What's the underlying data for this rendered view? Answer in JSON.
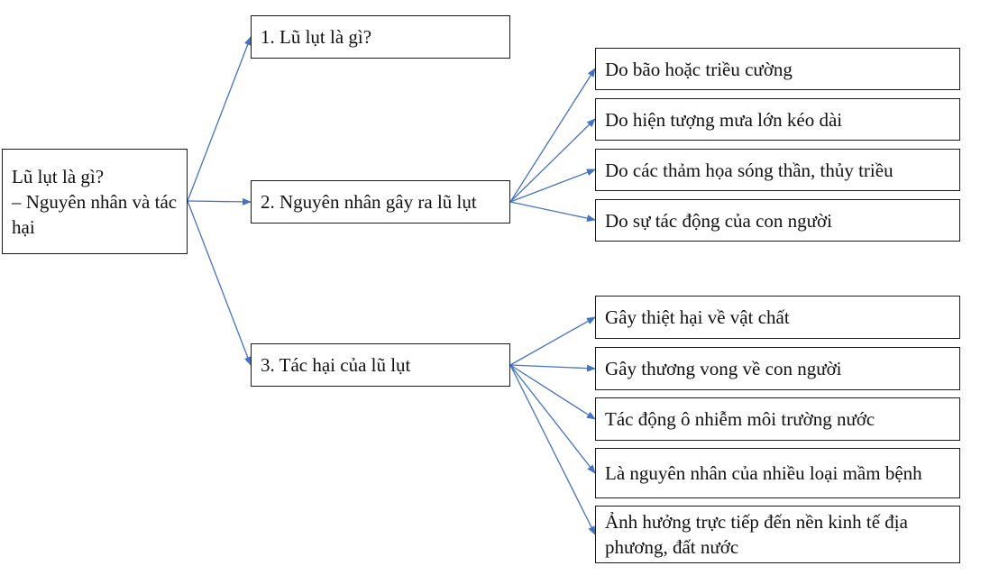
{
  "root": {
    "text": "Lũ lụt là gì?\n– Nguyên nhân và tác hại"
  },
  "branches": [
    {
      "text": "1. Lũ lụt là gì?",
      "children": []
    },
    {
      "text": "2. Nguyên nhân gây ra lũ lụt",
      "children": [
        "Do bão hoặc triều cường",
        "Do hiện tượng mưa lớn kéo dài",
        "Do các thảm họa sóng thần, thủy triều",
        "Do sự tác động của con người"
      ]
    },
    {
      "text": "3. Tác hại của lũ lụt",
      "children": [
        "Gây thiệt hại về vật chất",
        "Gây thương vong về con người",
        "Tác động ô nhiễm môi trường nước",
        "Là nguyên nhân của nhiều loại mầm bệnh",
        "Ảnh hưởng trực tiếp đến nền kinh tế địa phương, đất nước"
      ]
    }
  ],
  "colors": {
    "connector": "#4472c4",
    "border": "#1a1a1a"
  }
}
